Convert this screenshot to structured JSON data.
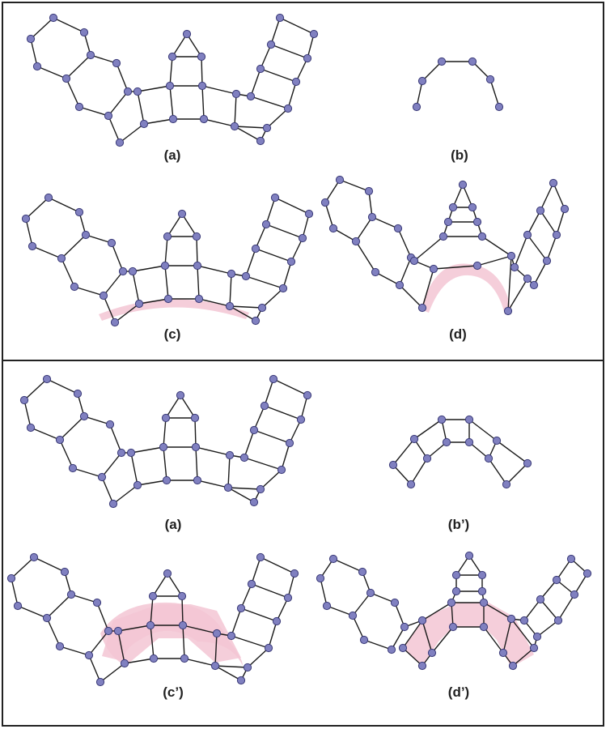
{
  "panels": {
    "top": {
      "captions": {
        "a": "(a)",
        "b": "(b)",
        "c": "(c)",
        "d": "(d)"
      }
    },
    "bottom": {
      "captions": {
        "a": "(a)",
        "b": "(b’)",
        "c": "(c’)",
        "d": "(d’)"
      }
    }
  },
  "colors": {
    "node_fill": "#8080c0",
    "node_stroke": "#3a3a78",
    "edge": "#1a1a1a",
    "highlight": "#f3c6d4",
    "frame": "#222222"
  }
}
